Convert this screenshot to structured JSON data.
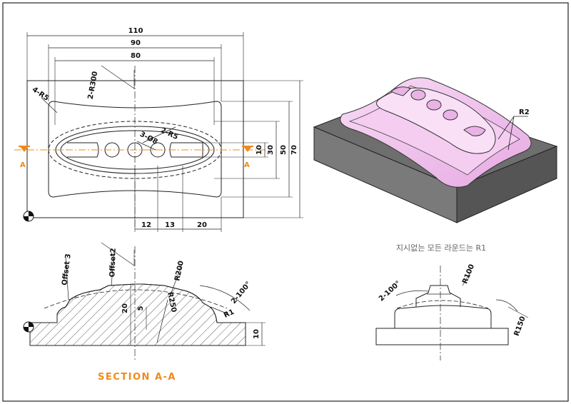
{
  "plan_view": {
    "dims": {
      "d110": "110",
      "d90": "90",
      "d80": "80",
      "d12": "12",
      "d13": "13",
      "d20": "20",
      "d10": "10",
      "d30": "30",
      "d50": "50",
      "d70": "70"
    },
    "labels": {
      "r300": "2-R300",
      "r5_corner": "4-R5",
      "r5_pocket": "2-R5",
      "holes": "3-Ø8",
      "section_marker": "A"
    }
  },
  "section_view": {
    "title": "SECTION A-A",
    "labels": {
      "offset3": "Offset 3",
      "offset2": "Offset2",
      "r200": "R200",
      "r250": "R250",
      "angle": "2-100°",
      "r1": "R1",
      "d20": "20",
      "d5": "5",
      "d10": "10"
    }
  },
  "iso_view": {
    "labels": {
      "r2": "R2"
    }
  },
  "side_view": {
    "note": "지시없는 모든 라운드는 R1",
    "labels": {
      "angle": "2-100°",
      "r100": "R100",
      "r150": "R150"
    }
  },
  "colors": {
    "accent": "#f08a1a",
    "pink": "#f2c6ef",
    "base": "#6e6e6e"
  }
}
